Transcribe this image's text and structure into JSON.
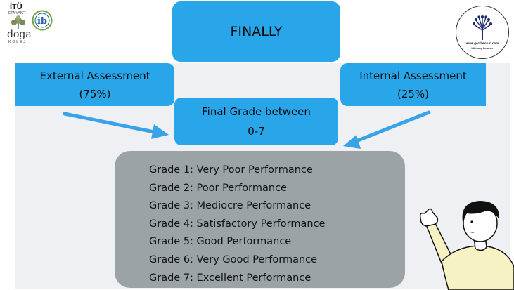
{
  "title": "FINALLY",
  "external_assessment": {
    "line1": "External Assessment",
    "line2": "(75%)"
  },
  "internal_assessment": {
    "line1": "Internal Assessment",
    "line2": "(25%)"
  },
  "final_grade": {
    "line1": "Final Grade between",
    "line2": "0-7"
  },
  "grades": [
    "Grade 1: Very Poor Performance",
    "Grade 2: Poor Performance",
    "Grade 3: Mediocre Performance",
    "Grade 4: Satisfactory Performance",
    "Grade 5: Good Performance",
    "Grade 6: Very Good Performance",
    "Grade 7: Excellent Performance"
  ],
  "logos": {
    "school": {
      "name": "İTÜ",
      "sub": "ETA VAKFI",
      "name2": "doga",
      "sub2": "KOLEJİ"
    },
    "ib": "ib",
    "badge": {
      "url": "www.gozdetorun.com",
      "tagline": "Lifelong Learner"
    }
  },
  "colors": {
    "box_blue": "#29a6ea",
    "arrow_blue": "#3aa3e8",
    "panel_gray": "#eef0f3",
    "grades_gray": "#9ca3a6",
    "ib_green": "#6ea33a",
    "ib_blue": "#1e5fa8"
  },
  "icons": [
    "tree-logo-icon",
    "ib-logo-icon",
    "lightbulb-tree-icon",
    "person-illustration"
  ]
}
